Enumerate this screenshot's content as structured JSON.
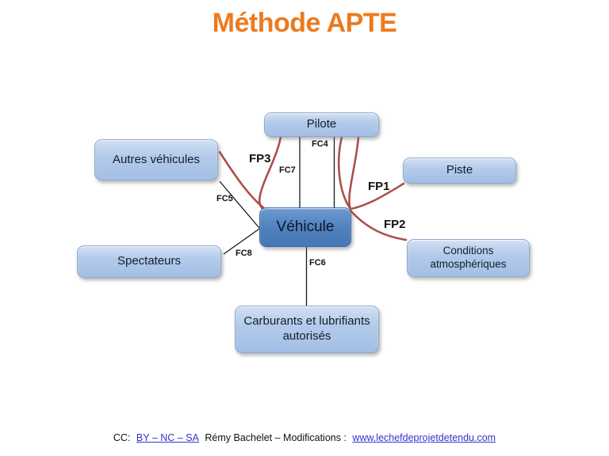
{
  "title": "Méthode APTE",
  "diagram": {
    "nodes": {
      "pilote": {
        "label": "Pilote"
      },
      "autres_vehicules": {
        "label": "Autres véhicules"
      },
      "piste": {
        "label": "Piste"
      },
      "vehicule": {
        "label": "Véhicule"
      },
      "spectateurs": {
        "label": "Spectateurs"
      },
      "conditions_atmospheriques": {
        "label": "Conditions atmosphériques"
      },
      "carburants": {
        "label": "Carburants et lubrifiants autorisés"
      }
    },
    "connector_labels": {
      "fp1": "FP1",
      "fp2": "FP2",
      "fp3": "FP3",
      "fc4": "FC4",
      "fc5": "FC5",
      "fc6": "FC6",
      "fc7": "FC7",
      "fc8": "FC8"
    },
    "colors": {
      "title_orange": "#ED7A1E",
      "principal_function_red": "#AE4F4B",
      "constraint_function_black": "#1A1A1A",
      "outer_node_fill": "#A8C3E8",
      "center_node_fill": "#4E80BC",
      "link_blue": "#3333CC"
    }
  },
  "footer": {
    "prefix": "CC:",
    "license_link": "BY – NC – SA",
    "middle": "Rémy Bachelet – Modifications :",
    "site_link": "www.lechefdeprojetdetendu.com"
  }
}
